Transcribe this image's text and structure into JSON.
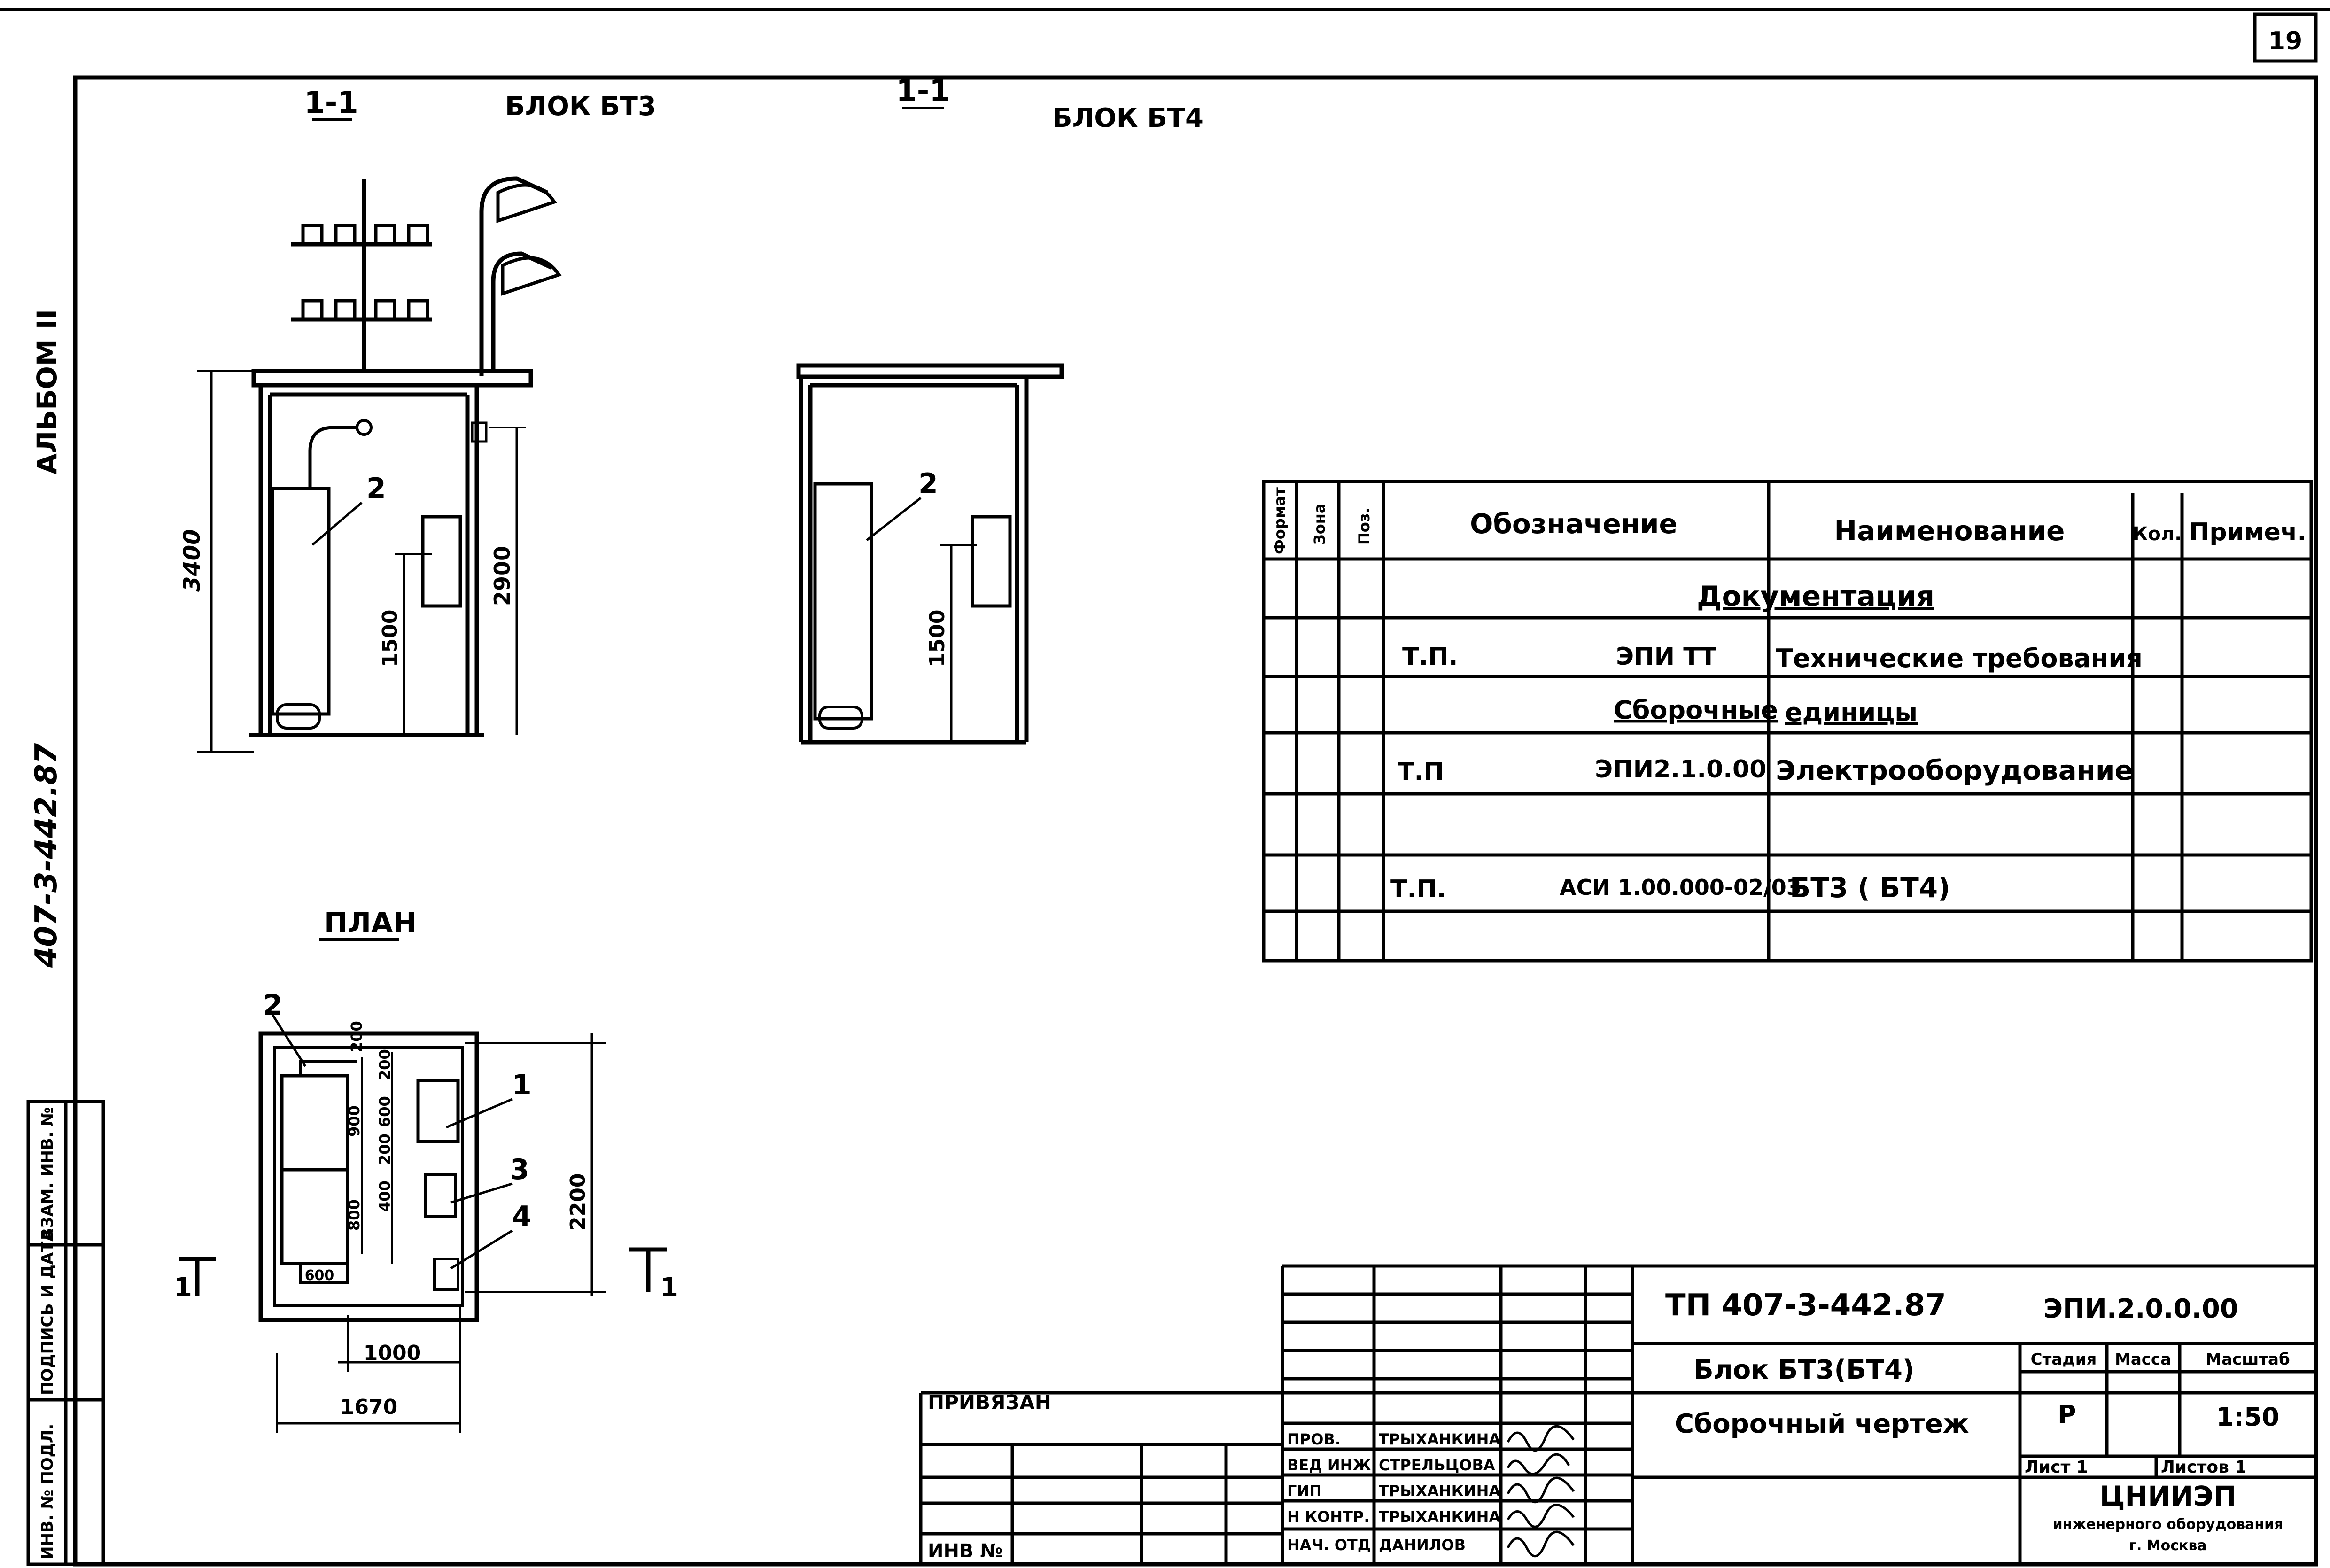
{
  "page_number": "19",
  "side": {
    "album": "АЛЬБОМ II",
    "project_code": "407-3-442.87",
    "stamp_cols": [
      "ИНВ. № ПОДЛ.",
      "ПОДПИСЬ И ДАТА",
      "ВЗАМ. ИНВ. №"
    ]
  },
  "views": {
    "section_bt3_mark": "1-1",
    "section_bt3_title": "БЛОК БТ3",
    "section_bt4_mark": "1-1",
    "section_bt4_title": "БЛОК БТ4",
    "plan_title": "ПЛАН",
    "section_arrow_left": "1",
    "section_arrow_right": "1"
  },
  "dimensions": {
    "bt3_height": "3400",
    "bt3_inner": "2900",
    "bt3_mount": "1500",
    "bt4_mount": "1500",
    "plan_width": "2200",
    "plan_length": "1670",
    "plan_inner": "1000",
    "plan_d1": "200",
    "plan_d2": "200",
    "plan_d3": "600",
    "plan_d4": "200",
    "plan_d5": "400",
    "plan_d6": "900",
    "plan_d7": "800",
    "plan_d8": "600"
  },
  "callouts": {
    "c1": "1",
    "c2": "2",
    "c3": "3",
    "c4": "4",
    "bt3_pos": "2",
    "bt4_pos": "2"
  },
  "spec": {
    "headers": {
      "format": "Формат",
      "zone": "Зона",
      "pos": "Поз.",
      "designation": "Обозначение",
      "name": "Наименование",
      "qty": "Кол.",
      "note": "Примеч."
    },
    "section_docs": "Документация",
    "row1_prefix": "Т.П.",
    "row1_designation": "ЭПИ ТТ",
    "row1_name": "Технические требования",
    "section_units_a": "Сборочные",
    "section_units_b": "единицы",
    "row2_prefix": "Т.П",
    "row2_designation": "ЭПИ2.1.0.00",
    "row2_name": "Электрооборудование",
    "row3_prefix": "Т.П.",
    "row3_designation": "АСИ 1.00.000-02/03",
    "row3_name": "БТ3 ( БТ4)"
  },
  "title_block": {
    "project": "ТП 407-3-442.87",
    "doc_code": "ЭПИ.2.0.0.00",
    "title_line1": "Блок БТ3(БТ4)",
    "title_line2": "Сборочный чертеж",
    "stage_label": "Стадия",
    "mass_label": "Масса",
    "scale_label": "Масштаб",
    "stage": "Р",
    "scale": "1:50",
    "sheet_label": "Лист 1",
    "sheets_label": "Листов 1",
    "org_line1": "ЦНИИЭП",
    "org_line2": "инженерного оборудования",
    "org_line3": "г. Москва",
    "privyazan": "ПРИВЯЗАН",
    "inv_no": "ИНВ №",
    "roles": [
      "ПРОВ.",
      "ВЕД ИНЖ.",
      "ГИП",
      "Н КОНТР.",
      "НАЧ. ОТД"
    ],
    "names": [
      "ТРЫХАНКИНА",
      "СТРЕЛЬЦОВА",
      "ТРЫХАНКИНА",
      "ТРЫХАНКИНА",
      "ДАНИЛОВ"
    ]
  }
}
